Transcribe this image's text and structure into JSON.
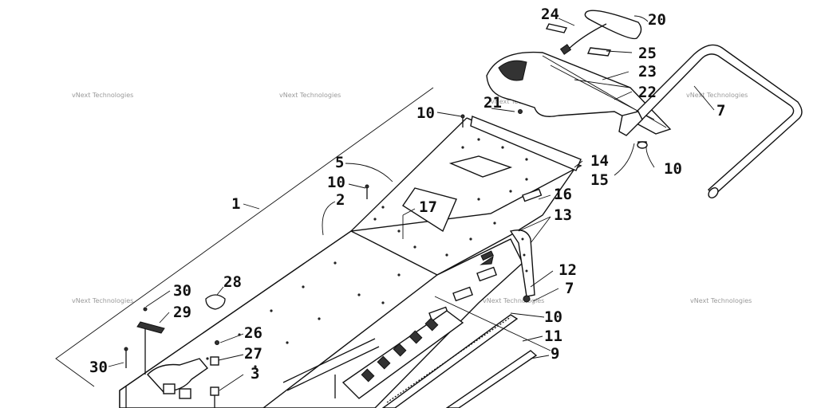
{
  "watermark_text": "vNext Technologies",
  "callouts": [
    "1",
    "2",
    "3",
    "5",
    "7",
    "7",
    "9",
    "10",
    "10",
    "10",
    "10",
    "11",
    "12",
    "13",
    "14",
    "15",
    "16",
    "17",
    "20",
    "21",
    "22",
    "23",
    "24",
    "25",
    "26",
    "27",
    "28",
    "29",
    "30",
    "30"
  ]
}
